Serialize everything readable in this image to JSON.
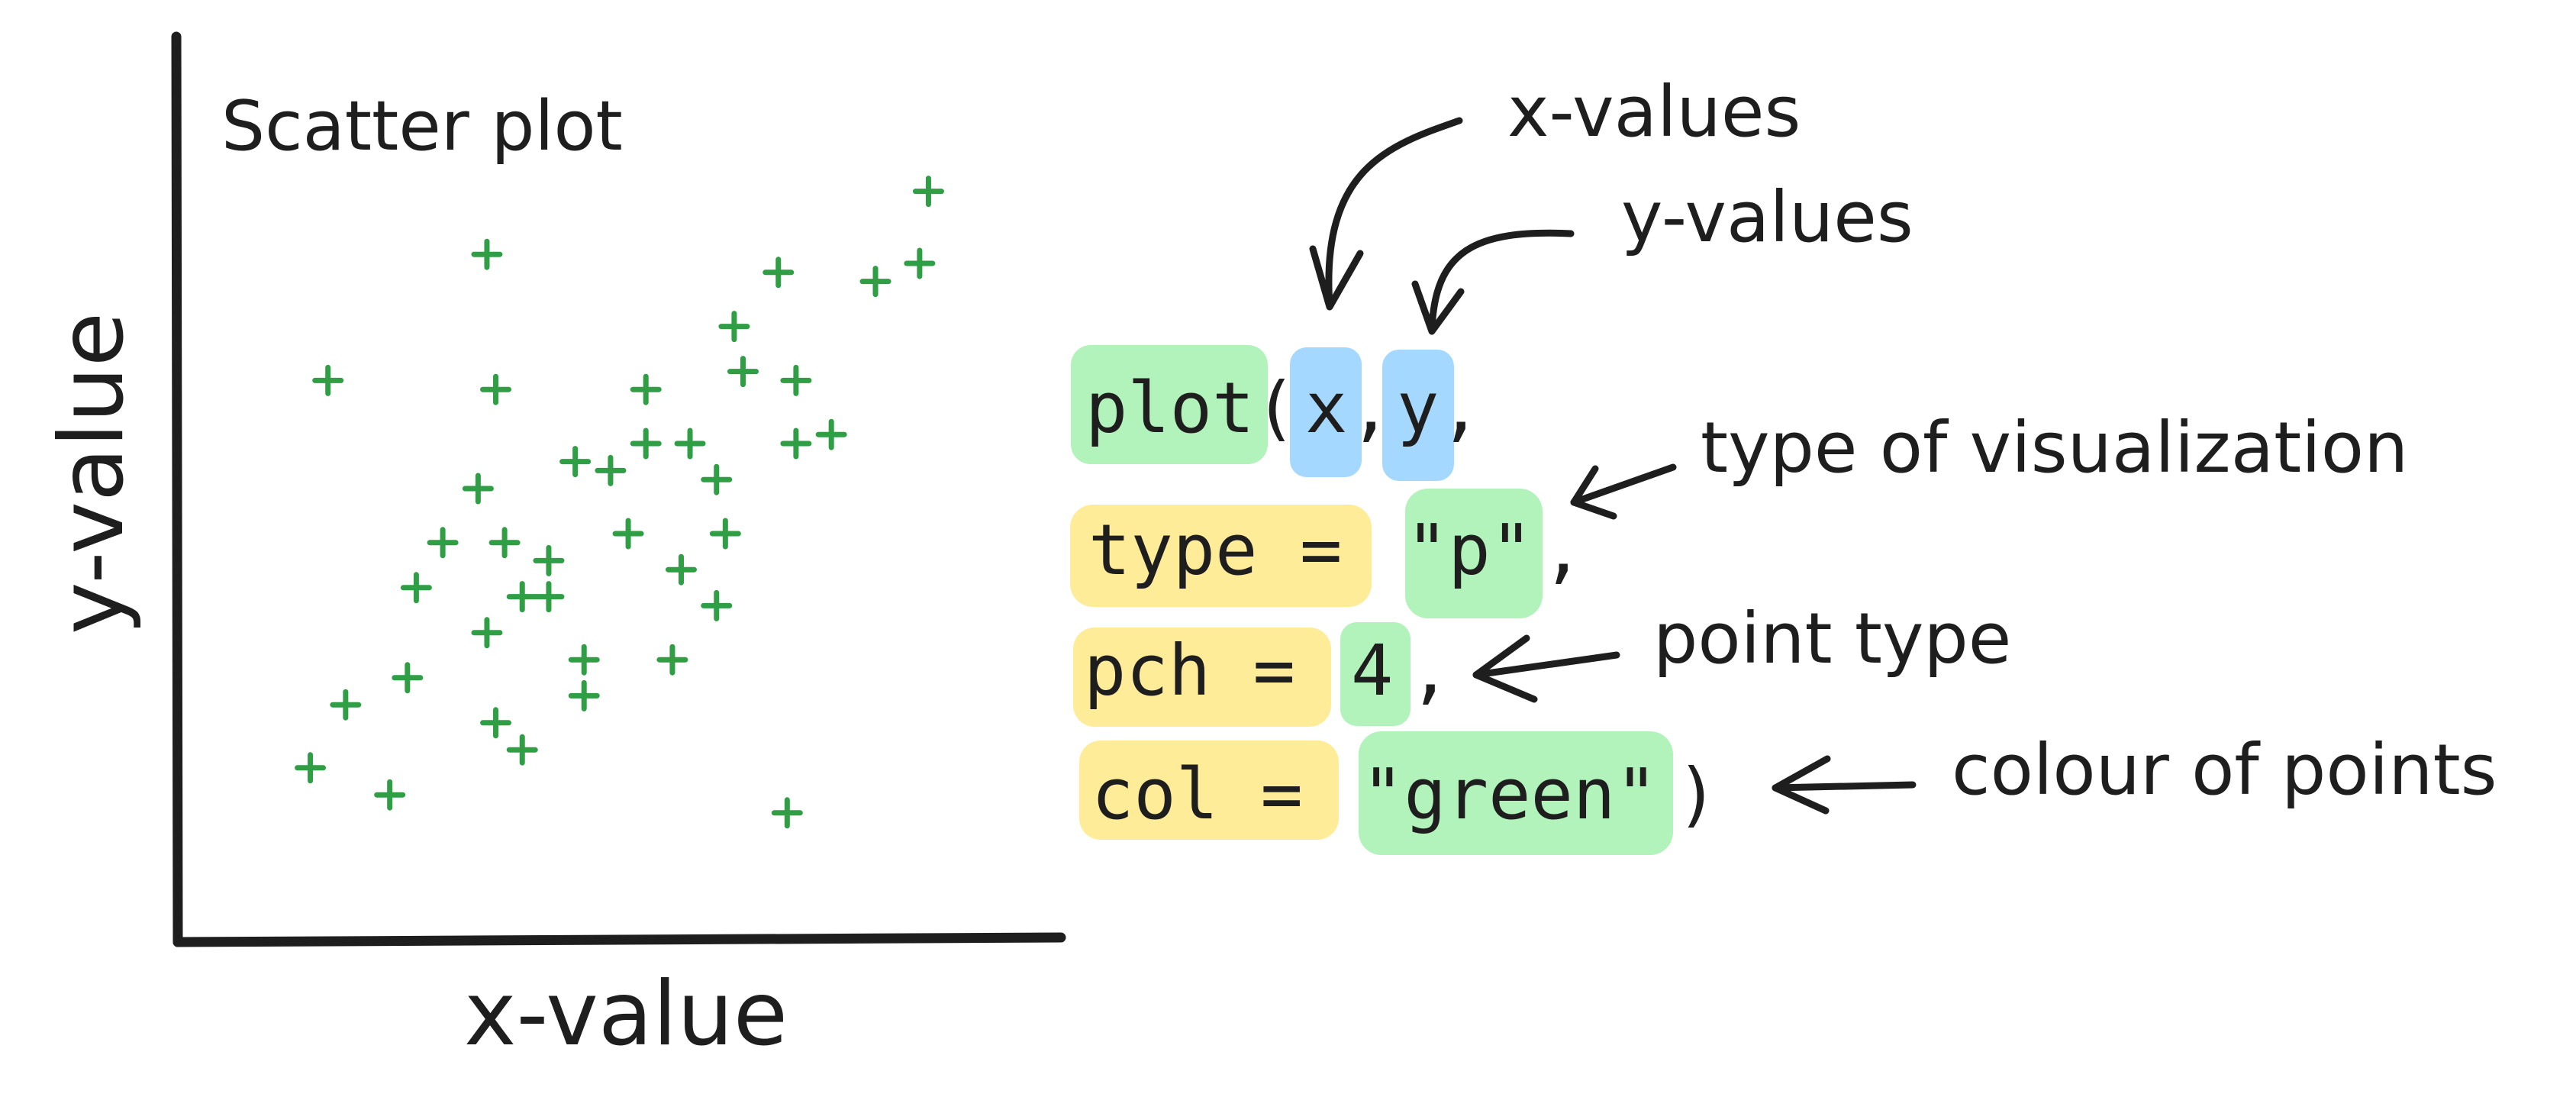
{
  "chart_data": {
    "type": "scatter",
    "title": "Scatter plot",
    "xlabel": "x-value",
    "ylabel": "y-value",
    "xlim": [
      0,
      100
    ],
    "ylim": [
      0,
      100
    ],
    "grid": false,
    "marker": "+",
    "color": "#2f9e44",
    "points": [
      [
        17,
        62
      ],
      [
        35,
        76
      ],
      [
        85,
        83
      ],
      [
        68,
        74
      ],
      [
        79,
        73
      ],
      [
        84,
        75
      ],
      [
        63,
        68
      ],
      [
        64,
        63
      ],
      [
        70,
        62
      ],
      [
        36,
        61
      ],
      [
        53,
        61
      ],
      [
        53,
        55
      ],
      [
        45,
        53
      ],
      [
        49,
        52
      ],
      [
        58,
        55
      ],
      [
        70,
        55
      ],
      [
        74,
        56
      ],
      [
        34,
        50
      ],
      [
        61,
        51
      ],
      [
        62,
        45
      ],
      [
        30,
        44
      ],
      [
        37,
        44
      ],
      [
        51,
        45
      ],
      [
        42,
        42
      ],
      [
        57,
        41
      ],
      [
        27,
        39
      ],
      [
        39,
        38
      ],
      [
        42,
        38
      ],
      [
        61,
        37
      ],
      [
        35,
        34
      ],
      [
        46,
        31
      ],
      [
        56,
        31
      ],
      [
        26,
        29
      ],
      [
        46,
        27
      ],
      [
        19,
        26
      ],
      [
        36,
        24
      ],
      [
        39,
        21
      ],
      [
        15,
        19
      ],
      [
        24,
        16
      ],
      [
        69,
        14
      ]
    ]
  },
  "code": {
    "line1": {
      "fn": "plot(",
      "x": "x",
      "comma1": ",",
      "y": "y",
      "comma2": ","
    },
    "line2": {
      "key": "type =",
      "val": "\"p\"",
      "tail": ","
    },
    "line3": {
      "key": "pch =",
      "val": "4",
      "tail": ","
    },
    "line4": {
      "key": "col =",
      "val": "\"green\"",
      "tail": ")"
    }
  },
  "annotations": {
    "x_values": "x-values",
    "y_values": "y-values",
    "type_viz": "type of visualization",
    "point_type": "point type",
    "colour": "colour of points"
  },
  "colors": {
    "ink": "#1e1e1e",
    "points": "#2f9e44",
    "hl_green": "#b2f2bb",
    "hl_blue": "#a5d8ff",
    "hl_yellow": "#ffec99"
  }
}
